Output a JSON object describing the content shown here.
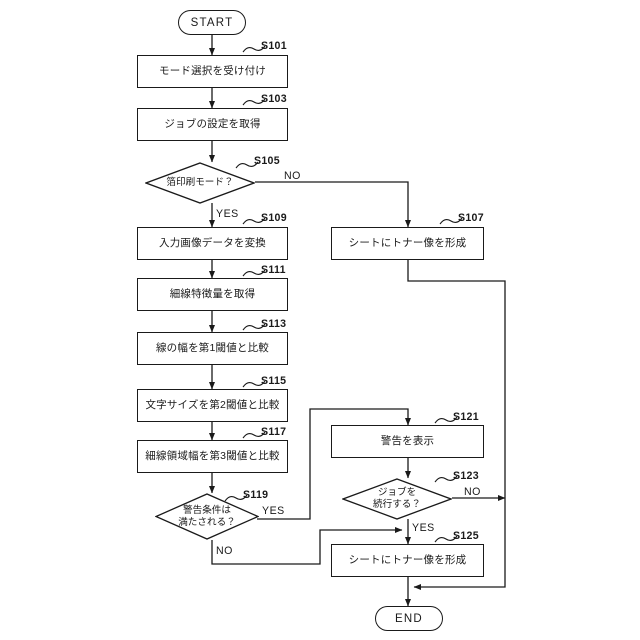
{
  "diagram": {
    "title": "Foil printing job flowchart",
    "line_color": "#1a1a1a",
    "background": "#ffffff",
    "terminals": {
      "start": "START",
      "end": "END"
    },
    "steps": [
      {
        "id": "S101",
        "tag": "S101",
        "text": "モード選択を受け付け",
        "shape": "process"
      },
      {
        "id": "S103",
        "tag": "S103",
        "text": "ジョブの設定を取得",
        "shape": "process"
      },
      {
        "id": "S105",
        "tag": "S105",
        "text": "箔印刷モード？",
        "shape": "decision"
      },
      {
        "id": "S107",
        "tag": "S107",
        "text": "シートにトナー像を形成",
        "shape": "process"
      },
      {
        "id": "S109",
        "tag": "S109",
        "text": "入力画像データを変換",
        "shape": "process"
      },
      {
        "id": "S111",
        "tag": "S111",
        "text": "細線特徴量を取得",
        "shape": "process"
      },
      {
        "id": "S113",
        "tag": "S113",
        "text": "線の幅を第1閾値と比較",
        "shape": "process"
      },
      {
        "id": "S115",
        "tag": "S115",
        "text": "文字サイズを第2閾値と比較",
        "shape": "process"
      },
      {
        "id": "S117",
        "tag": "S117",
        "text": "細線領域幅を第3閾値と比較",
        "shape": "process"
      },
      {
        "id": "S119",
        "tag": "S119",
        "text": "警告条件は",
        "text2": "満たされる？",
        "shape": "decision"
      },
      {
        "id": "S121",
        "tag": "S121",
        "text": "警告を表示",
        "shape": "process"
      },
      {
        "id": "S123",
        "tag": "S123",
        "text": "ジョブを",
        "text2": "続行する？",
        "shape": "decision"
      },
      {
        "id": "S125",
        "tag": "S125",
        "text": "シートにトナー像を形成",
        "shape": "process"
      }
    ],
    "branch_labels": {
      "s105_no": "NO",
      "s105_yes": "YES",
      "s119_yes": "YES",
      "s119_no": "NO",
      "s123_no": "NO",
      "s123_yes": "YES"
    }
  }
}
